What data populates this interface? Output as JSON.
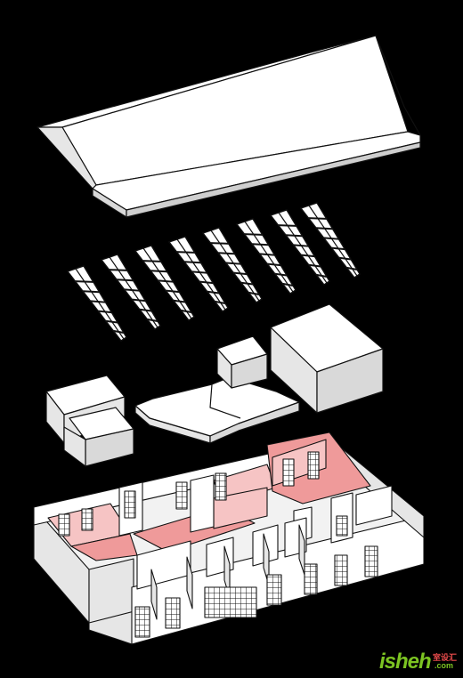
{
  "watermark": {
    "main": "isheh",
    "chinese": "室设汇",
    "domain": ".com"
  },
  "colors": {
    "background": "#000000",
    "face_top": "#ffffff",
    "face_side": "#e6e6e6",
    "face_dark": "#cfcfcf",
    "highlight_floor": "#ef9a9a",
    "highlight_wall": "#f6c4c4",
    "stroke": "#111111"
  }
}
